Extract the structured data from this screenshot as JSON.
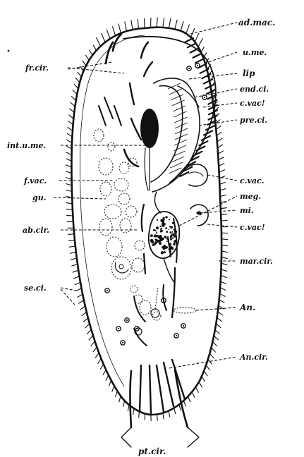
{
  "labels": {
    "ad_mac": "ad.mac.",
    "u_me": "u.me.",
    "lip": "lip",
    "end_ci": "end.ci.",
    "c_vac_upper": "c.vac!",
    "pre_ci": "pre.ci.",
    "c_vac_mid": "c.vac.",
    "meg": "meg.",
    "mi": "mi.",
    "c_vac_lower": "c.vac!",
    "mar_cir": "mar.cir.",
    "An": "An.",
    "An_cir": "An.cir.",
    "fr_cir": "fr.cir.",
    "int_u_me": "int.u.me.",
    "f_vac": "f.vac.",
    "gu": "gu.",
    "ab_cir": "ab.cir.",
    "se_ci": "se.ci.",
    "pt_cir": "pt.cir."
  }
}
